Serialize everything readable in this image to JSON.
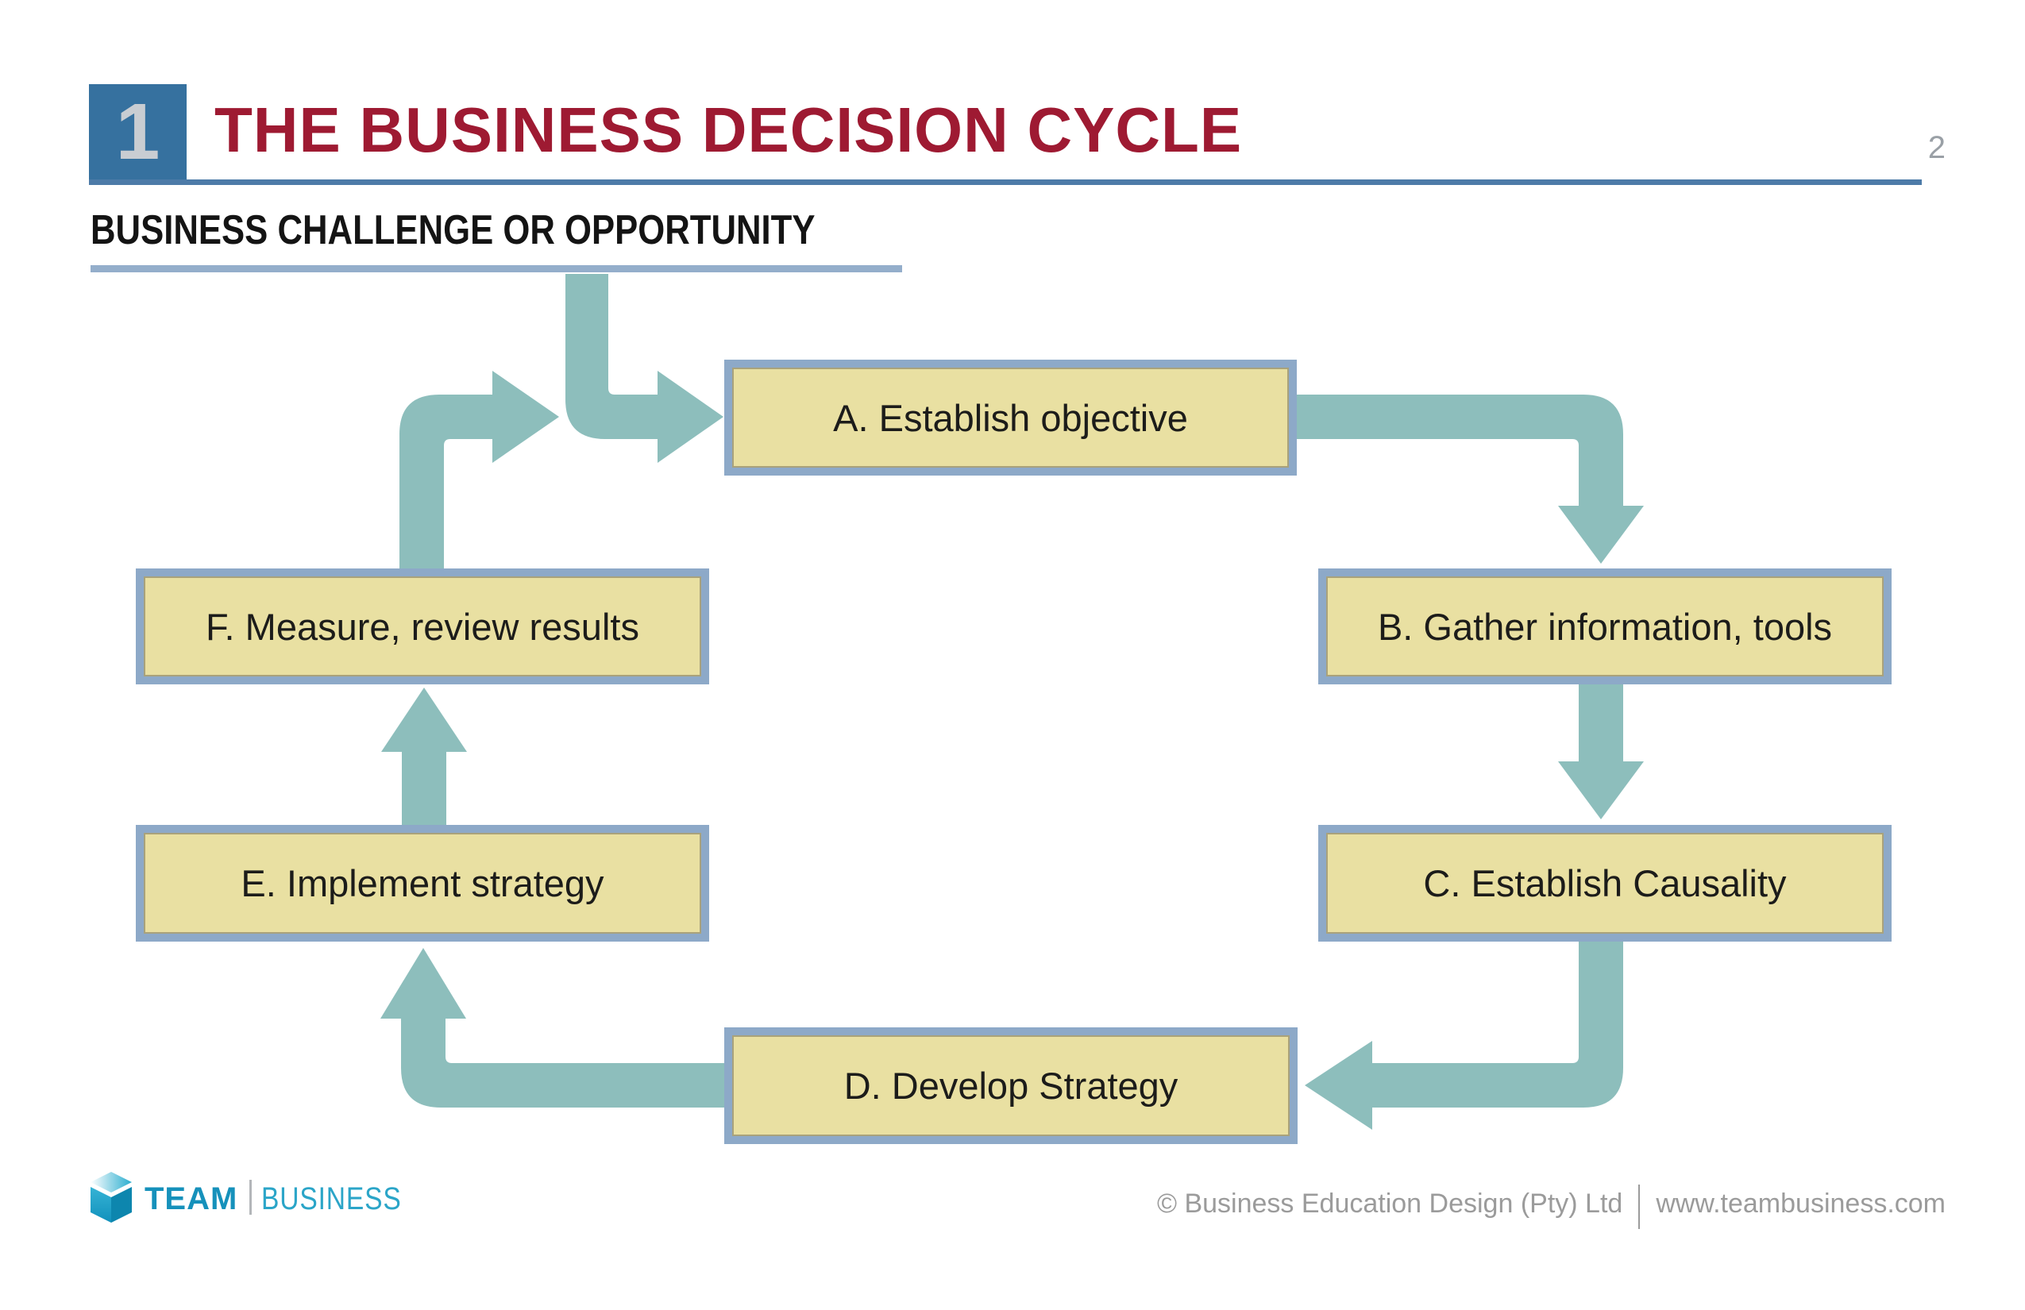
{
  "header": {
    "slide_number": "1",
    "title": "THE BUSINESS DECISION CYCLE",
    "page_number": "2"
  },
  "subheader": {
    "label": "BUSINESS CHALLENGE OR OPPORTUNITY"
  },
  "diagram": {
    "boxes": [
      {
        "id": "A",
        "label": "A. Establish objective"
      },
      {
        "id": "B",
        "label": "B. Gather information, tools"
      },
      {
        "id": "C",
        "label": "C. Establish Causality"
      },
      {
        "id": "D",
        "label": "D. Develop Strategy"
      },
      {
        "id": "E",
        "label": "E. Implement strategy"
      },
      {
        "id": "F",
        "label": "F. Measure, review results"
      }
    ],
    "arrows": [
      {
        "name": "entry-to-a",
        "from": "business-challenge-or-opportunity",
        "to": "A"
      },
      {
        "name": "f-return-to-a",
        "from": "F",
        "to": "A"
      },
      {
        "name": "a-to-b",
        "from": "A",
        "to": "B"
      },
      {
        "name": "b-to-c",
        "from": "B",
        "to": "C"
      },
      {
        "name": "c-to-d",
        "from": "C",
        "to": "D"
      },
      {
        "name": "d-to-e",
        "from": "D",
        "to": "E"
      },
      {
        "name": "e-to-f",
        "from": "E",
        "to": "F"
      }
    ]
  },
  "footer": {
    "logo": {
      "team": "TEAM",
      "business": "BUSINESS"
    },
    "copyright": "© Business Education Design (Pty) Ltd",
    "website": "www.teambusiness.com"
  },
  "colors": {
    "title_red": "#9e1a32",
    "slide_number_bg": "#36719f",
    "header_rule": "#4d7ba8",
    "sub_underline": "#94aecb",
    "box_fill": "#e9e0a2",
    "box_border": "#8da9c8",
    "arrow_teal": "#8dbebc",
    "footer_gray": "#9b9b9b",
    "logo_teal_dark": "#1691bb",
    "logo_teal_light": "#2ba5c8"
  }
}
